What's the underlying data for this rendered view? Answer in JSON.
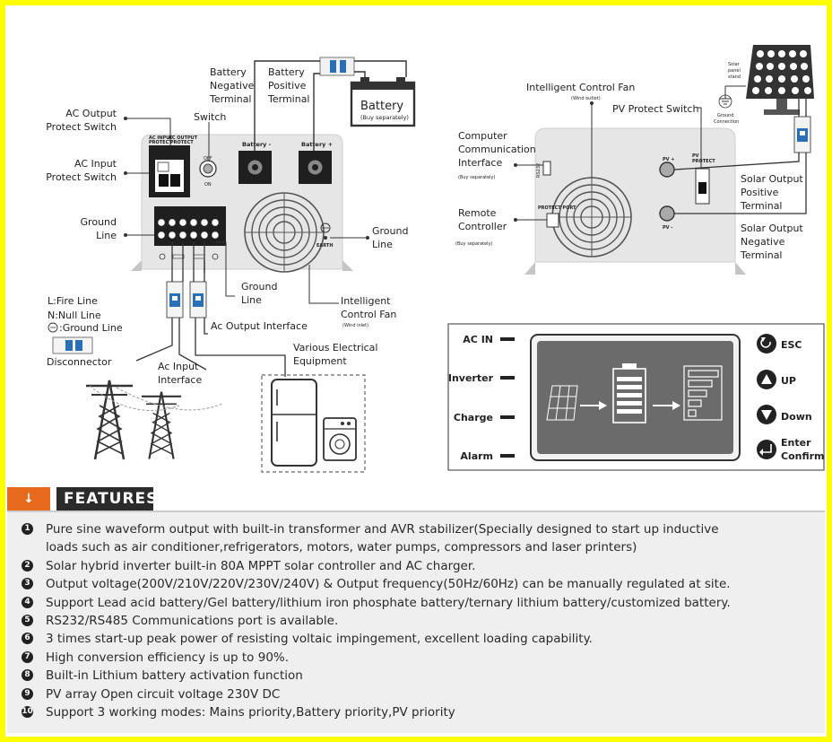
{
  "left_diagram": {
    "battery_negative_terminal": [
      "Battery",
      "Negative",
      "Terminal"
    ],
    "battery_positive_terminal": [
      "Battery",
      "Positive",
      "Terminal"
    ],
    "battery": {
      "label": "Battery",
      "sub": "(Buy separately)"
    },
    "ac_output_protect_switch": [
      "AC Output",
      "Protect Switch"
    ],
    "switch": "Switch",
    "ac_input_protect_switch": [
      "AC Input",
      "Protect Switch"
    ],
    "ground_line_left": [
      "Ground",
      "Line"
    ],
    "ground_line_right": [
      "Ground",
      "Line"
    ],
    "ground_line_bottom": [
      "Ground",
      "Line"
    ],
    "intelligent_control_fan": [
      "Intelligent",
      "Control Fan"
    ],
    "fan_inlet": "(Wind inlet)",
    "ac_output_interface": "Ac Output Interface",
    "ac_input_interface": [
      "Ac Input",
      "Interface"
    ],
    "various_equipment": [
      "Various Electrical",
      "Equipment"
    ],
    "legend_lines": [
      "L:Fire Line",
      "N:Null Line",
      ":Ground Line"
    ],
    "disconnector": "Disconnector",
    "panel_ac_input": [
      "AC INPUT",
      "PROTECT"
    ],
    "panel_ac_output": [
      "AC OUTPUT",
      "PROTECT"
    ],
    "panel_battery_neg": "Battery -",
    "panel_battery_pos": "Battery +",
    "panel_earth": "EARTH",
    "panel_off": "OFF",
    "panel_on": "ON"
  },
  "right_diagram": {
    "fan": "Intelligent Control Fan",
    "fan_outlet": "(Wind outlet)",
    "pv_protect_switch": "PV Protect Switch",
    "computer_interface": [
      "Computer",
      "Communication",
      "Interface"
    ],
    "computer_sub": "(Buy separately)",
    "remote_controller": [
      "Remote",
      "Controller"
    ],
    "remote_sub": "(Buy separately)",
    "solar_output_positive": [
      "Solar Output",
      "Positive",
      "Terminal"
    ],
    "solar_output_negative": [
      "Solar Output",
      "Negative",
      "Terminal"
    ],
    "solar_stand": [
      "Solar",
      "panel",
      "stand"
    ],
    "ground_connection": [
      "Ground",
      "Connection"
    ],
    "panel_pv_plus": "PV +",
    "panel_pv_minus": "PV -",
    "panel_pv_protect": [
      "PV",
      "PROTECT"
    ],
    "panel_protect_port": "PROTECT PORT",
    "panel_rs232": "RS232"
  },
  "display_panel": {
    "indicators": [
      "AC IN",
      "Inverter",
      "Charge",
      "Alarm"
    ],
    "buttons": [
      {
        "label": [
          "ESC"
        ],
        "icon": "return-icon"
      },
      {
        "label": [
          "UP"
        ],
        "icon": "up-triangle-icon"
      },
      {
        "label": [
          "Down"
        ],
        "icon": "down-triangle-icon"
      },
      {
        "label": [
          "Enter",
          "Confirm"
        ],
        "icon": "enter-icon"
      }
    ]
  },
  "features": {
    "icon": "double-chevron-down-icon",
    "title": "FEATURES",
    "items": [
      {
        "num": "1",
        "lines": [
          "Pure sine waveform output with built-in transformer and AVR stabilizer(Specially designed to start up inductive",
          "loads such as air conditioner,refrigerators, motors, water pumps, compressors and laser printers)"
        ]
      },
      {
        "num": "2",
        "lines": [
          "Solar hybrid inverter built-in 80A MPPT solar controller and AC charger."
        ]
      },
      {
        "num": "3",
        "lines": [
          "Output voltage(200V/210V/220V/230V/240V) & Output frequency(50Hz/60Hz) can be manually regulated at site."
        ]
      },
      {
        "num": "4",
        "lines": [
          "Support Lead acid battery/Gel battery/lithium iron phosphate battery/ternary lithium battery/customized battery."
        ]
      },
      {
        "num": "5",
        "lines": [
          "RS232/RS485 Communications port is available."
        ]
      },
      {
        "num": "6",
        "lines": [
          "3 times start-up peak power of resisting voltaic impingement, excellent loading capability."
        ]
      },
      {
        "num": "7",
        "lines": [
          "High conversion efficiency is up to 90%."
        ]
      },
      {
        "num": "8",
        "lines": [
          "Built-in Lithium battery activation function"
        ]
      },
      {
        "num": "9",
        "lines": [
          "PV array Open circuit voltage 230V DC"
        ]
      },
      {
        "num": "10",
        "lines": [
          "Support 3 working modes: Mains priority,Battery priority,PV priority"
        ]
      }
    ]
  }
}
